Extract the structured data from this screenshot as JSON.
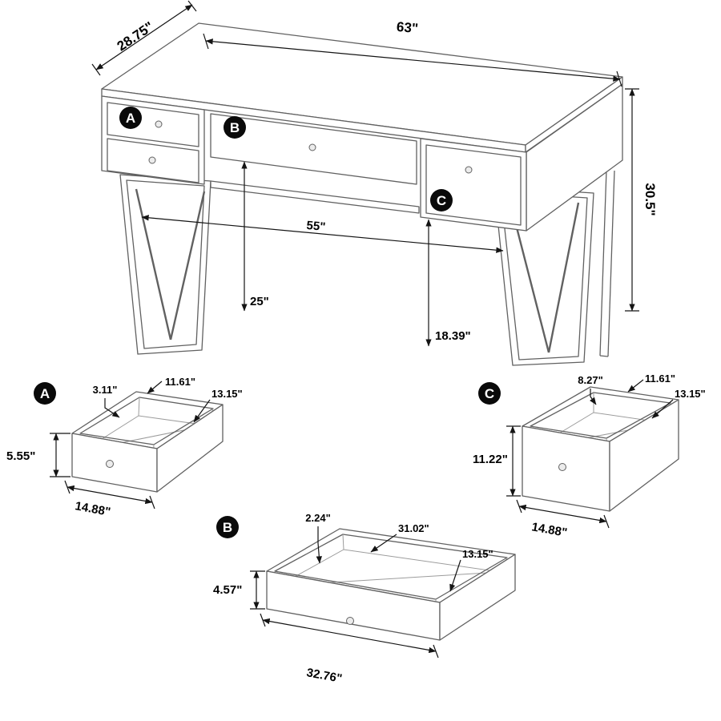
{
  "figure": {
    "colors": {
      "background": "#ffffff",
      "furniture_line": "#616161",
      "dimension_line": "#141414",
      "callout_bg": "#0a0a0a",
      "callout_text": "#ffffff"
    }
  },
  "main_view": {
    "callouts": {
      "a": "A",
      "b": "B",
      "c": "C"
    },
    "dims": {
      "top_width": "63\"",
      "top_depth": "28.75\"",
      "overall_height": "30.5\"",
      "leg_clearance_width": "55\"",
      "knee_clearance_height": "25\"",
      "right_drawer_clearance": "18.39\""
    }
  },
  "drawer_a": {
    "callout": "A",
    "dims": {
      "wall_thickness": "3.11\"",
      "inner_width": "11.61\"",
      "inner_depth": "13.15\"",
      "front_height": "5.55\"",
      "front_width": "14.88\""
    }
  },
  "drawer_b": {
    "callout": "B",
    "dims": {
      "wall_thickness": "2.24\"",
      "inner_width": "31.02\"",
      "inner_depth": "13.15\"",
      "front_height": "4.57\"",
      "front_width": "32.76\""
    }
  },
  "drawer_c": {
    "callout": "C",
    "dims": {
      "back_height": "8.27\"",
      "inner_width": "11.61\"",
      "inner_depth": "13.15\"",
      "front_height": "11.22\"",
      "front_width": "14.88\""
    }
  }
}
